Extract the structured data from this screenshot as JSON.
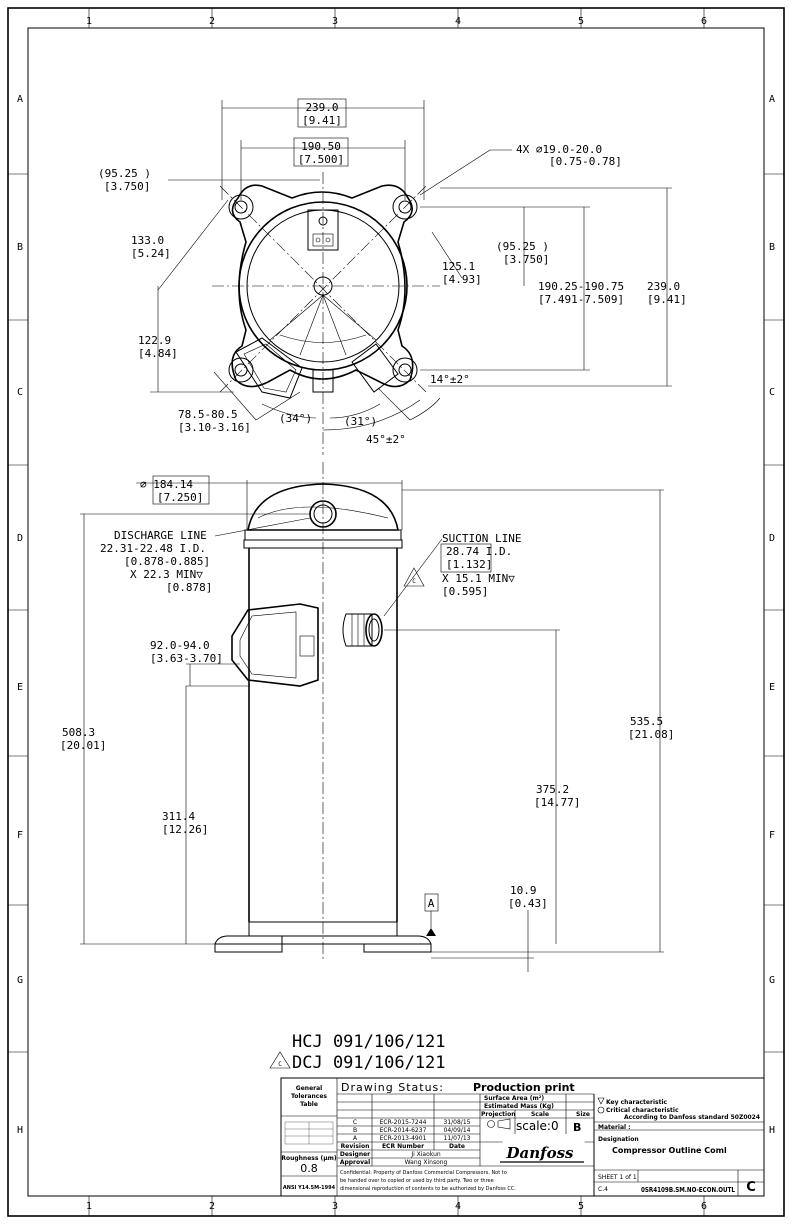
{
  "frame": {
    "columns": [
      "1",
      "2",
      "3",
      "4",
      "5",
      "6"
    ],
    "rows": [
      "A",
      "B",
      "C",
      "D",
      "E",
      "F",
      "G",
      "H"
    ]
  },
  "top_view": {
    "dim_overall_mm": "239.0",
    "dim_overall_in": "[9.41]",
    "dim_bolt_mm": "190.50",
    "dim_bolt_in": "[7.500]",
    "dim_half_mm": "(95.25   )",
    "dim_half_in": "[3.750]",
    "dim_133_mm": "133.0",
    "dim_133_in": "[5.24]",
    "dim_122_mm": "122.9",
    "dim_122_in": "[4.84]",
    "dim_7880_mm": "78.5-80.5",
    "dim_7880_in": "[3.10-3.16]",
    "angle_34": "(34°)",
    "angle_31": "(31°)",
    "angle_45": "45°±2°",
    "holes_mm": "4X ∅19.0-20.0",
    "holes_in": "[0.75-0.78]",
    "dim_125_mm": "125.1",
    "dim_125_in": "[4.93]",
    "dim_half_r_mm": "(95.25   )",
    "dim_half_r_in": "[3.750]",
    "dim_190r_mm": "190.25-190.75",
    "dim_190r_in": "[7.491-7.509]",
    "dim_239r_mm": "239.0",
    "dim_239r_in": "[9.41]",
    "angle_14": "14°±2°"
  },
  "side_view": {
    "dia_mm": "∅ 184.14",
    "dia_in": "[7.250]",
    "discharge": [
      "DISCHARGE LINE",
      "22.31-22.48 I.D.",
      "[0.878-0.885]",
      "X 22.3 MIN▽",
      "[0.878]"
    ],
    "suction": [
      "SUCTION LINE",
      "28.74   I.D.",
      "[1.132]",
      "X 15.1 MIN▽",
      "[0.595]"
    ],
    "dim_92_mm": "92.0-94.0",
    "dim_92_in": "[3.63-3.70]",
    "dim_508_mm": "508.3",
    "dim_508_in": "[20.01]",
    "dim_311_mm": "311.4",
    "dim_311_in": "[12.26]",
    "dim_535_mm": "535.5",
    "dim_535_in": "[21.08]",
    "dim_375_mm": "375.2",
    "dim_375_in": "[14.77]",
    "dim_109_mm": "10.9",
    "dim_109_in": "[0.43]",
    "datum": "A",
    "rev_c": "C"
  },
  "models": {
    "line1": "HCJ 091/106/121",
    "line2": "DCJ 091/106/121",
    "rev_mark": "C"
  },
  "title_block": {
    "gen_tol": [
      "General",
      "Tolerances",
      "Table"
    ],
    "drawing_status_label": "Drawing Status:",
    "drawing_status_value": "Production print",
    "surface_area": "Surface Area (m²)",
    "est_mass": "Estimated Mass (Kg)",
    "projection": "Projection",
    "scale_label": "Scale",
    "size_label": "Size",
    "scale_value": "scale:0",
    "size_value": "B",
    "revisions": [
      {
        "rev": "C",
        "ecr": "ECR-2015-7244",
        "date": "31/08/15"
      },
      {
        "rev": "B",
        "ecr": "ECR-2014-6237",
        "date": "04/09/14"
      },
      {
        "rev": "A",
        "ecr": "ECR-2013-4901",
        "date": "11/07/13"
      }
    ],
    "rev_head": "Revision",
    "ecr_head": "ECR Number",
    "date_head": "Date",
    "designer_label": "Designer",
    "designer": "Ji Xiaokun",
    "approval_label": "Approval",
    "approval": "Wang Xinsong",
    "roughness_label": "Roughness (µm)",
    "roughness": "0.8",
    "ansi": "ANSI Y14.5M-1994",
    "confidential": [
      "Confidential: Property of Danfoss Commercial Compressors. Not to",
      "be handed over to copied or used by third party. Two or three",
      "dimensional reproduction of contents to be authorized by Danfoss CC."
    ],
    "key_char": [
      "Key characteristic",
      "Critical characteristic",
      "According to Danfoss standard 50Z0024"
    ],
    "material_label": "Material :",
    "logo": "Danfoss",
    "designation_label": "Designation",
    "designation": "Compressor Outline Coml",
    "sheet": "SHEET 1 of 1",
    "code_label": "C.4",
    "drawing_no": "0SR4109B.SM.NO-ECON.OUTL",
    "rev_letter": "C"
  }
}
